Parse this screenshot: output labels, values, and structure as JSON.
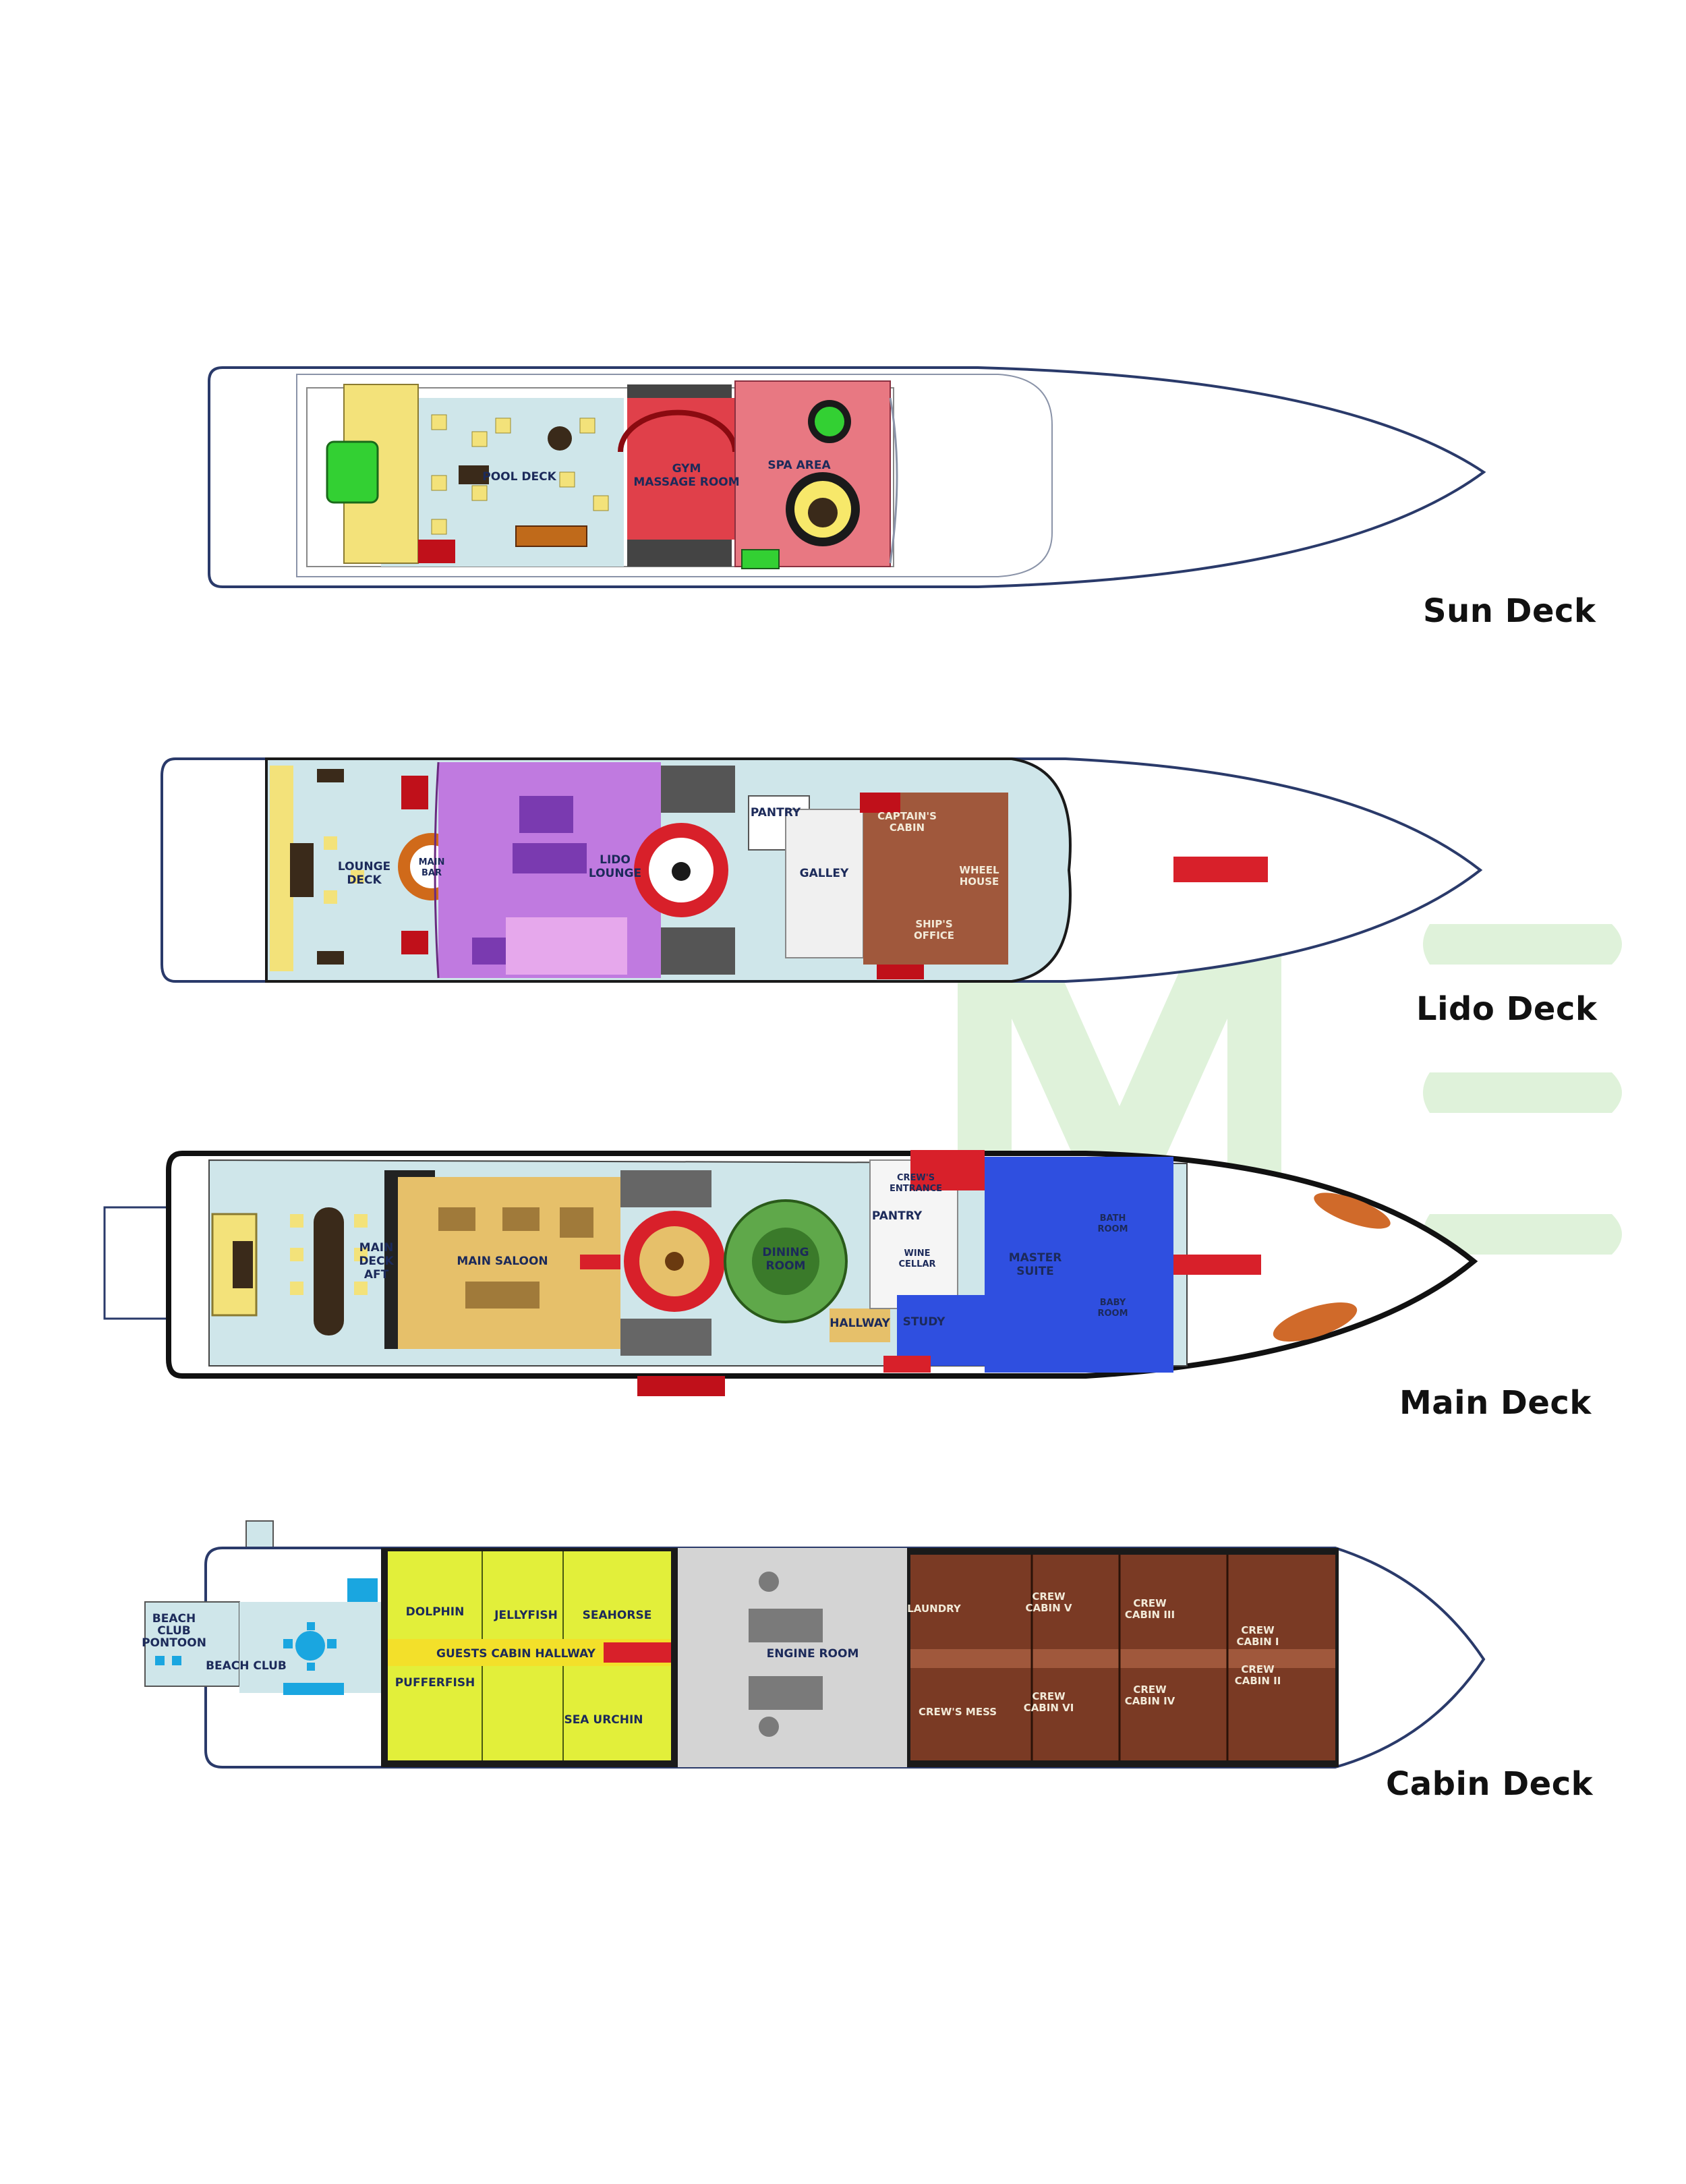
{
  "decks": {
    "sun": {
      "label": "Sun Deck",
      "rooms": {
        "pool_deck": "POOL DECK",
        "gym_1": "GYM",
        "gym_2": "MASSAGE ROOM",
        "spa_area": "SPA AREA"
      }
    },
    "lido": {
      "label": "Lido Deck",
      "rooms": {
        "lounge_1": "LOUNGE",
        "lounge_2": "DECK",
        "bar_1": "MAIN",
        "bar_2": "BAR",
        "lido_1": "LIDO",
        "lido_2": "LOUNGE",
        "pantry": "PANTRY",
        "galley": "GALLEY",
        "captain_1": "CAPTAIN'S",
        "captain_2": "CABIN",
        "wheel_1": "WHEEL",
        "wheel_2": "HOUSE",
        "office_1": "SHIP'S",
        "office_2": "OFFICE"
      }
    },
    "main": {
      "label": "Main Deck",
      "rooms": {
        "aft_1": "MAIN",
        "aft_2": "DECK",
        "aft_3": "AFT",
        "saloon": "MAIN SALOON",
        "dining_1": "DINING",
        "dining_2": "ROOM",
        "crew_entrance_1": "CREW'S",
        "crew_entrance_2": "ENTRANCE",
        "pantry": "PANTRY",
        "wine_1": "WINE",
        "wine_2": "CELLAR",
        "hallway": "HALLWAY",
        "study": "STUDY",
        "master_1": "MASTER",
        "master_2": "SUITE",
        "bath_1": "BATH",
        "bath_2": "ROOM",
        "baby_1": "BABY",
        "baby_2": "ROOM"
      }
    },
    "cabin": {
      "label": "Cabin Deck",
      "rooms": {
        "beach_1": "BEACH",
        "beach_2": "CLUB",
        "beach_3": "PONTOON",
        "beach_club": "BEACH CLUB",
        "dolphin": "DOLPHIN",
        "jellyfish": "JELLYFISH",
        "seahorse": "SEAHORSE",
        "hallway": "GUESTS CABIN HALLWAY",
        "pufferfish": "PUFFERFISH",
        "sea_urchin": "SEA URCHIN",
        "engine": "ENGINE ROOM",
        "laundry": "LAUNDRY",
        "mess": "CREW'S MESS",
        "crew_v_1": "CREW",
        "crew_v_2": "CABIN V",
        "crew_vi_1": "CREW",
        "crew_vi_2": "CABIN VI",
        "crew_iii_1": "CREW",
        "crew_iii_2": "CABIN III",
        "crew_iv_1": "CREW",
        "crew_iv_2": "CABIN IV",
        "crew_i_1": "CREW",
        "crew_i_2": "CABIN I",
        "crew_ii_1": "CREW",
        "crew_ii_2": "CABIN II"
      }
    }
  },
  "colors": {
    "teak_deck": "#cfe6ea",
    "hull_outline": "#2a3a6a",
    "pool_deck_yellow": "#f3e27a",
    "spa_pink": "#e87882",
    "gym_red": "#e0404a",
    "lido_purple": "#c07ae0",
    "wheelhouse_brown": "#a0583c",
    "saloon_tan": "#e6c06a",
    "dining_green": "#5fa84a",
    "master_blue": "#2f4fe0",
    "guest_yellow": "#e2ef3a",
    "engine_grey": "#d4d4d4",
    "crew_brown": "#7a3a24",
    "accent_red": "#d8202a",
    "watermark_green": "#d6efd0"
  }
}
